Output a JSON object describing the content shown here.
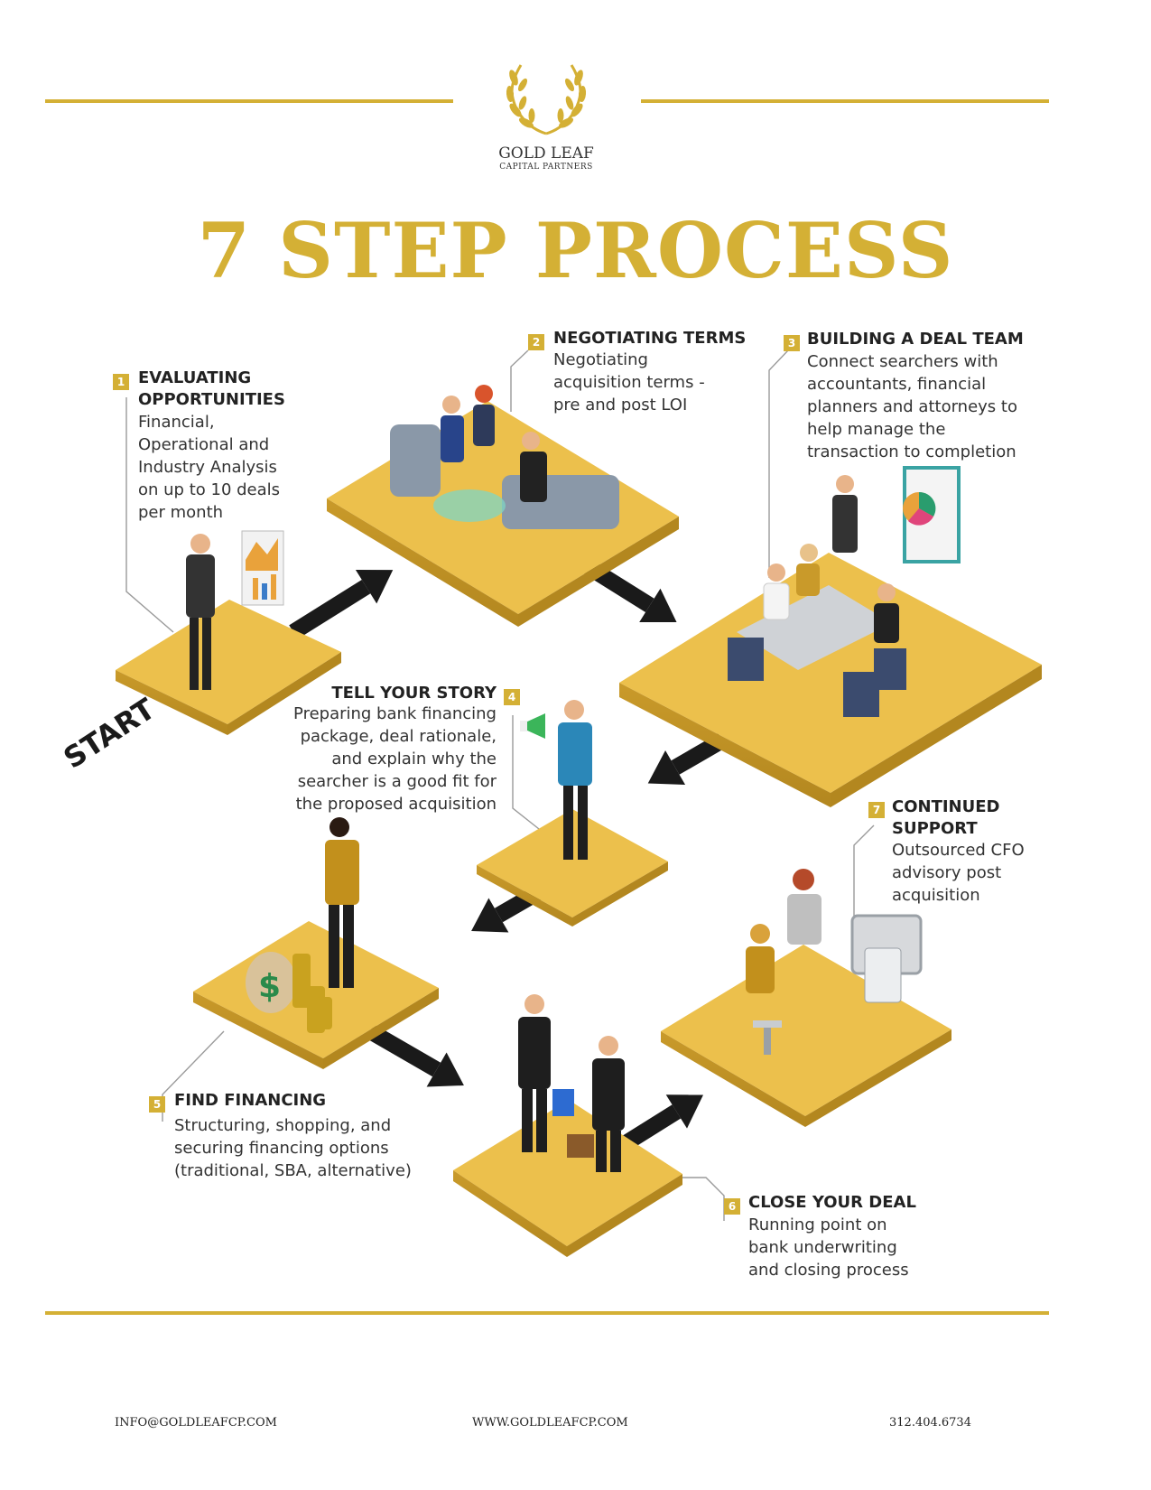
{
  "header": {
    "brand_name": "GOLD LEAF",
    "brand_tagline": "CAPITAL PARTNERS",
    "title": "7 STEP PROCESS"
  },
  "colors": {
    "gold": "#d4b035",
    "platform": "#ecc04c",
    "arrow": "#1a1a1a",
    "text": "#222222"
  },
  "start_label": "START",
  "steps": [
    {
      "number": "1",
      "title_line1": "EVALUATING",
      "title_line2": "OPPORTUNITIES",
      "desc": [
        "Financial,",
        "Operational and",
        "Industry Analysis",
        "on up to 10 deals",
        "per month"
      ]
    },
    {
      "number": "2",
      "title": "NEGOTIATING TERMS",
      "desc": [
        "Negotiating",
        "acquisition terms -",
        "pre and post LOI"
      ]
    },
    {
      "number": "3",
      "title": "BUILDING A DEAL TEAM",
      "desc": [
        "Connect searchers with",
        "accountants, financial",
        "planners and attorneys to",
        "help manage the",
        "transaction to completion"
      ]
    },
    {
      "number": "4",
      "title": "TELL YOUR STORY",
      "desc": [
        "Preparing bank financing",
        "package, deal rationale,",
        "and explain why the",
        "searcher is a good fit for",
        "the proposed acquisition"
      ]
    },
    {
      "number": "5",
      "title": "FIND FINANCING",
      "desc": [
        "Structuring, shopping, and",
        "securing financing options",
        "(traditional, SBA, alternative)"
      ]
    },
    {
      "number": "6",
      "title": "CLOSE YOUR DEAL",
      "desc": [
        "Running point on",
        "bank underwriting",
        "and closing process"
      ]
    },
    {
      "number": "7",
      "title_line1": "CONTINUED",
      "title_line2": "SUPPORT",
      "desc": [
        "Outsourced CFO",
        "advisory post",
        "acquisition"
      ]
    }
  ],
  "footer": {
    "email": "INFO@GOLDLEAFCP.COM",
    "website": "WWW.GOLDLEAFCP.COM",
    "phone": "312.404.6734"
  }
}
